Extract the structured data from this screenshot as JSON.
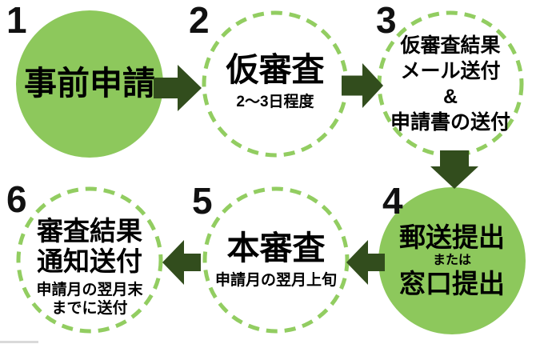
{
  "diagram": {
    "type": "process-flow",
    "language": "ja",
    "steps_total": 6
  },
  "colors": {
    "circle_fill": "#8dc85c",
    "ring_stroke": "#92cd61",
    "circle_inner": "#ffffff",
    "arrow": "#324d1d",
    "text": "#000000"
  },
  "nodes": [
    {
      "number": "1",
      "style": "solid",
      "lines": [
        {
          "text": "事前申請"
        }
      ]
    },
    {
      "number": "2",
      "style": "dashed",
      "lines": [
        {
          "text": "仮審査"
        },
        {
          "text": "2～3日程度"
        }
      ]
    },
    {
      "number": "3",
      "style": "dashed",
      "lines": [
        {
          "text": "仮審査結果"
        },
        {
          "text": "メール送付"
        },
        {
          "text": "&"
        },
        {
          "text": "申請書の送付"
        }
      ]
    },
    {
      "number": "4",
      "style": "solid",
      "lines": [
        {
          "text": "郵送提出"
        },
        {
          "text": "または"
        },
        {
          "text": "窓口提出"
        }
      ]
    },
    {
      "number": "5",
      "style": "dashed",
      "lines": [
        {
          "text": "本審査"
        },
        {
          "text": "申請月の翌月上旬"
        }
      ]
    },
    {
      "number": "6",
      "style": "dashed",
      "lines": [
        {
          "text": "審査結果"
        },
        {
          "text": "通知送付"
        },
        {
          "text": "申請月の翌月末"
        },
        {
          "text": "までに送付"
        }
      ]
    }
  ],
  "arrows": [
    {
      "from": "1",
      "to": "2",
      "direction": "right"
    },
    {
      "from": "2",
      "to": "3",
      "direction": "right"
    },
    {
      "from": "3",
      "to": "4",
      "direction": "down"
    },
    {
      "from": "4",
      "to": "5",
      "direction": "left"
    },
    {
      "from": "5",
      "to": "6",
      "direction": "left"
    }
  ]
}
